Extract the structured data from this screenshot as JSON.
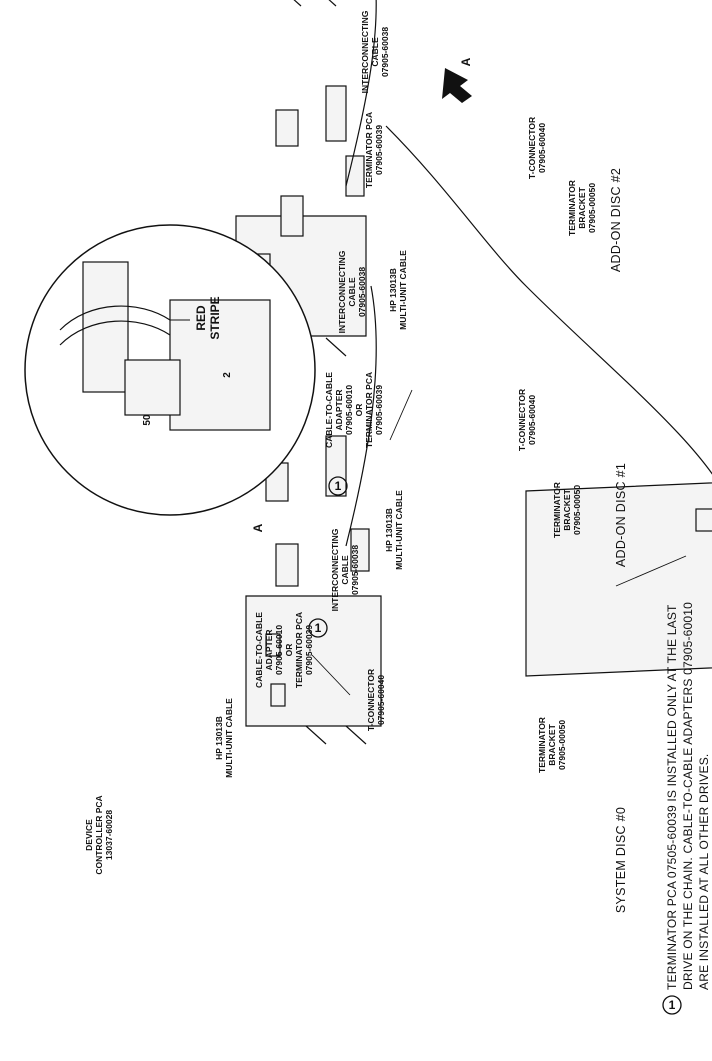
{
  "labels": {
    "device_controller": [
      "DEVICE",
      "CONTROLLER PCA",
      "13037-60028"
    ],
    "cable_main": [
      "HP 13013B",
      "MULTI-UNIT CABLE"
    ],
    "cable_0": [
      "HP 13013B",
      "MULTI-UNIT CABLE"
    ],
    "cable_1": [
      "HP 13013B",
      "MULTI-UNIT CABLE"
    ],
    "adapter_0": [
      "CABLE-TO-CABLE",
      "ADAPTER",
      "07905-60010",
      "OR",
      "TERMINATOR PCA",
      "07905-60039"
    ],
    "adapter_1": [
      "CABLE-TO-CABLE",
      "ADAPTER",
      "07905-60010",
      "OR",
      "TERMINATOR PCA",
      "07905-60039"
    ],
    "interconnect_0": [
      "INTERCONNECTING",
      "CABLE",
      "07905-60038"
    ],
    "interconnect_1": [
      "INTERCONNECTING",
      "CABLE",
      "07905-60038"
    ],
    "interconnect_2": [
      "INTERCONNECTING",
      "CABLE",
      "07905-60038"
    ],
    "tconn_0": [
      "T-CONNECTOR",
      "07905-60040"
    ],
    "tconn_1": [
      "T-CONNECTOR",
      "07905-60040"
    ],
    "tconn_2": [
      "T-CONNECTOR",
      "07905-60040"
    ],
    "bracket_0": [
      "TERMINATOR",
      "BRACKET",
      "07905-00050"
    ],
    "bracket_1": [
      "TERMINATOR",
      "BRACKET",
      "07905-00050"
    ],
    "bracket_2": [
      "TERMINATOR",
      "BRACKET",
      "07905-00050"
    ],
    "terminator_2": [
      "TERMINATOR PCA",
      "07905-60039"
    ],
    "disc_0": "SYSTEM DISC  #0",
    "disc_1": "ADD-ON DISC #1",
    "disc_2": "ADD-ON DISC #2",
    "red_stripe": [
      "RED",
      "STRIPE"
    ],
    "pin_50": "50",
    "pin_2": "2",
    "view_a": "A",
    "arrow_a": "A",
    "callout_1": "1",
    "callout_2": "1",
    "footnote_marker": "1",
    "footnote": [
      "TERMINATOR PCA 07505-60039 IS INSTALLED ONLY AT THE LAST",
      "DRIVE ON THE CHAIN.  CABLE-TO-CABLE ADAPTERS 07905-60010",
      "ARE INSTALLED AT ALL OTHER DRIVES."
    ]
  }
}
